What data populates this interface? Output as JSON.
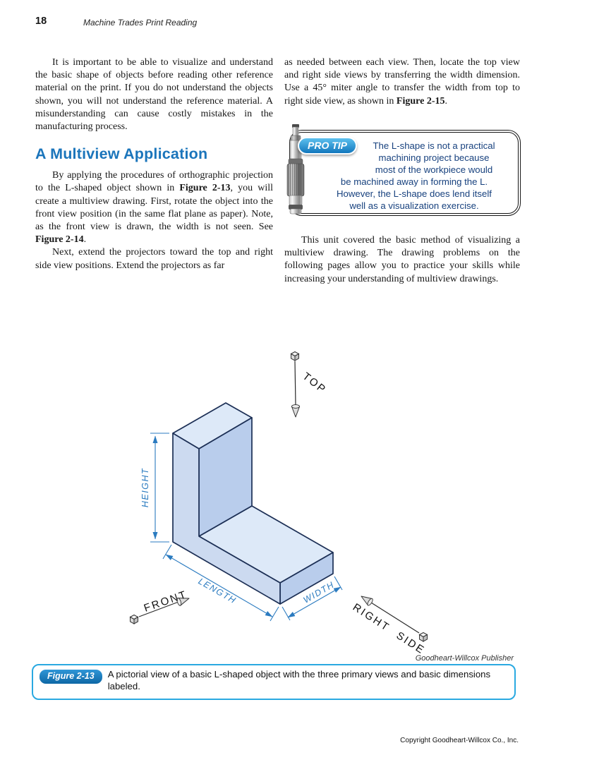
{
  "page": {
    "number": "18",
    "running_header": "Machine Trades Print Reading",
    "copyright": "Copyright Goodheart-Willcox Co., Inc."
  },
  "left_column": {
    "para1": "It is important to be able to visualize and understand the basic shape of objects before reading other reference material on the print. If you do not understand the objects shown, you will not understand the reference material. A misunderstanding can cause costly mistakes in the manufacturing process.",
    "heading": "A Multiview Application",
    "para2": [
      {
        "t": "By applying the procedures of orthographic projection to the L-shaped object shown in "
      },
      {
        "t": "Figure 2-13",
        "b": true
      },
      {
        "t": ", you will create a multiview drawing. First, rotate the object into the front view position (in the same flat plane as paper). Note, as the front view is drawn, the width is not seen. See "
      },
      {
        "t": "Figure 2-14",
        "b": true
      },
      {
        "t": "."
      }
    ],
    "para3": "Next, extend the projectors toward the top and right side view positions. Extend the projectors as far"
  },
  "right_column": {
    "para1": [
      {
        "t": "as needed between each view. Then, locate the top view and right side views by transferring the width dimension. Use a 45° miter angle to transfer the width from top to right side view, as shown in "
      },
      {
        "t": "Figure 2-15",
        "b": true
      },
      {
        "t": "."
      }
    ],
    "pro_tip": {
      "label": "PRO TIP",
      "lines": [
        "The L-shape is not a practical",
        "machining project because",
        "most of the workpiece would",
        "be machined away in forming the L.",
        "However, the L-shape does lend itself",
        "well as a visualization exercise."
      ]
    },
    "para2": "This unit covered the basic method of visualizing a multiview drawing. The drawing problems on the following pages allow you to practice your skills while increasing your understanding of multiview drawings."
  },
  "figure": {
    "labels": {
      "top": "TOP",
      "front": "FRONT",
      "right_side": "RIGHT SIDE",
      "height": "HEIGHT",
      "length": "LENGTH",
      "width": "WIDTH"
    },
    "credit": "Goodheart-Willcox Publisher",
    "caption_tag": "Figure 2-13",
    "caption": "A pictorial view of a basic L-shaped object with the three primary views and basic dimensions labeled."
  },
  "colors": {
    "heading_blue": "#1b75bb",
    "protip_pill_blue": "#2693d3",
    "protip_text_navy": "#17417e",
    "dimension_blue": "#2b7bc0",
    "caption_border_blue": "#2aa9e1",
    "object_fill_light": "#dde9f8",
    "object_fill_mid": "#ccdaf0",
    "object_fill_dark": "#b9cdec"
  }
}
